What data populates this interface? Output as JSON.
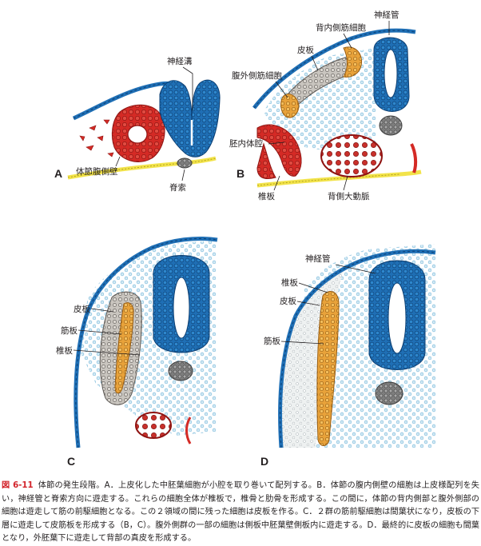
{
  "panels": {
    "a": {
      "letter": "A",
      "labels": {
        "neural_groove": "神経溝",
        "somite_ventral_wall": "体節腹側壁",
        "notochord": "脊索"
      }
    },
    "b": {
      "letter": "B",
      "labels": {
        "neural_tube": "神経管",
        "dorsomedial_cells": "背内側筋細胞",
        "dermatome": "皮板",
        "ventrolateral_cells": "腹外側筋細胞",
        "intraembryonic_coelom": "胚内体腔",
        "sclerotome": "椎板",
        "dorsal_aorta": "背側大動脈"
      }
    },
    "c": {
      "letter": "C",
      "labels": {
        "dermatome": "皮板",
        "myotome": "筋板",
        "sclerotome": "椎板"
      }
    },
    "d": {
      "letter": "D",
      "labels": {
        "neural_tube": "神経管",
        "sclerotome": "椎板",
        "dermatome": "皮板",
        "myotome": "筋板"
      }
    }
  },
  "caption": {
    "figure_number": "図 6-11",
    "text": "体節の発生段階。A．上皮化した中胚葉細胞が小腔を取り巻いて配列する。B．体節の腹内側壁の細胞は上皮様配列を失い，神経管と脊索方向に遊走する。これらの細胞全体が椎板で，椎骨と肋骨を形成する。この間に，体節の背内側部と腹外側部の細胞は遊走して筋の前駆細胞となる。この２領域の間に残った細胞は皮板を作る。C．２群の筋前駆細胞は間葉状になり，皮板の下層に遊走して皮筋板を形成する（B，C）。腹外側群の一部の細胞は側板中胚葉壁側板内に遊走する。D．最終的に皮板の細胞も間葉となり，外胚葉下に遊走して背部の真皮を形成する。"
  },
  "colors": {
    "neural": "#1f6fb5",
    "neural_dark": "#0c3f73",
    "somite_red": "#d42a25",
    "muscle_orange": "#e8a23a",
    "dermatome_gray": "#b8b4ae",
    "mesenchyme_blue": "#bfe0ef",
    "notochord_gray": "#8a8a8a",
    "endoderm_yellow": "#f2e34a",
    "caption_red": "#d2232a"
  }
}
